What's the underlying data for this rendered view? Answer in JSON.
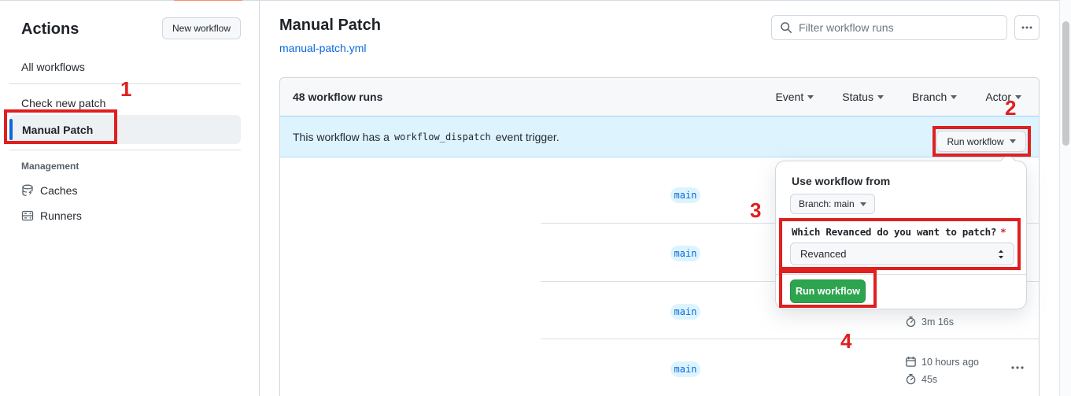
{
  "sidebar": {
    "title": "Actions",
    "new_workflow_button": "New workflow",
    "items": [
      {
        "label": "All workflows",
        "selected": false
      },
      {
        "label": "Check new patch",
        "selected": false
      },
      {
        "label": "Manual Patch",
        "selected": true
      }
    ],
    "management_label": "Management",
    "management_items": [
      {
        "label": "Caches",
        "icon": "database-icon"
      },
      {
        "label": "Runners",
        "icon": "server-icon"
      }
    ]
  },
  "main": {
    "title": "Manual Patch",
    "workflow_file_link": "manual-patch.yml",
    "filter_placeholder": "Filter workflow runs"
  },
  "runs_table": {
    "runs_count_label": "48 workflow runs",
    "filters": [
      {
        "label": "Event"
      },
      {
        "label": "Status"
      },
      {
        "label": "Branch"
      },
      {
        "label": "Actor"
      }
    ],
    "banner": {
      "text_before_code": "This workflow has a",
      "code": "workflow_dispatch",
      "text_after_code": "event trigger.",
      "run_workflow_button": "Run workflow"
    },
    "rows": [
      {
        "branch": "main"
      },
      {
        "branch": "main"
      },
      {
        "branch": "main",
        "duration": "3m 16s"
      },
      {
        "branch": "main",
        "started": "10 hours ago",
        "duration": "45s"
      }
    ]
  },
  "popover": {
    "title": "Use workflow from",
    "branch_button": "Branch: main",
    "input_label": "Which Revanced do you want to patch?",
    "required_asterisk": "*",
    "input_value": "Revanced",
    "run_button": "Run workflow"
  },
  "annotations": {
    "step_1": "1",
    "step_2": "2",
    "step_3": "3",
    "step_4": "4"
  },
  "icons": {
    "search": "magnifier",
    "more": "horizontal-kebab",
    "caret_down": "triangle-down",
    "select_updown": "up-down-arrows",
    "calendar": "calendar",
    "stopwatch": "stopwatch",
    "caches": "database-with-bolt",
    "runners": "server-rack"
  },
  "colors": {
    "accent_blue": "#0969da",
    "banner_bg": "#ddf4ff",
    "button_green": "#2da44e",
    "annotation_red": "#e01f1f",
    "tab_indicator_orange": "#fd8c73",
    "branch_badge_bg": "#ddf4ff",
    "branch_badge_text": "#0969da",
    "selected_item_bg": "#eef1f4"
  }
}
